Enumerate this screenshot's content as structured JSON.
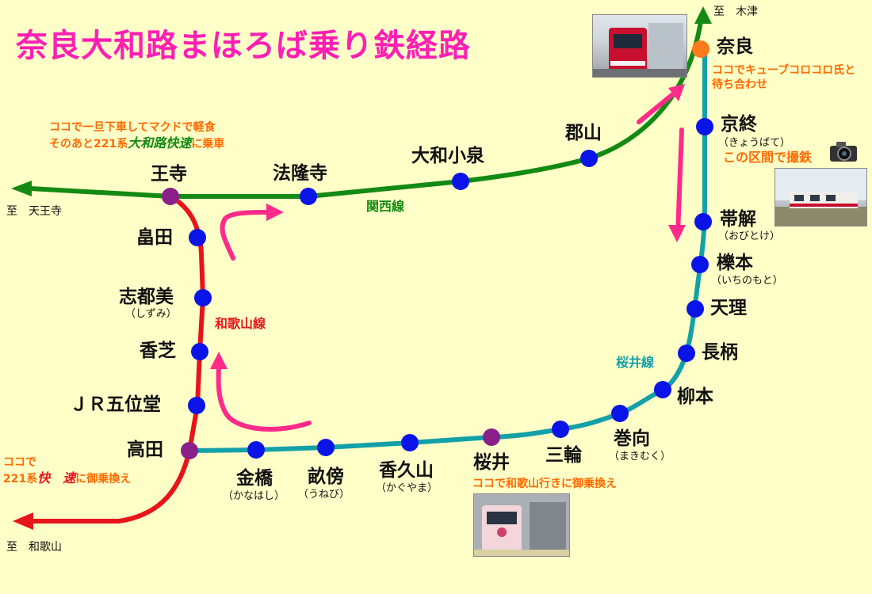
{
  "title": "奈良大和路まほろば乗り鉄経路",
  "destinations": {
    "kizu": "至　木津",
    "tennoji": "至　天王寺",
    "wakayama": "至　和歌山"
  },
  "lines": {
    "wakayama": "和歌山線",
    "kansai": "関西線",
    "sakurai": "桜井線"
  },
  "stations": {
    "nara": "奈良",
    "kyobate": "京終",
    "kyobate_reading": "（きょうばて）",
    "obitoke": "帯解",
    "obitoke_reading": "（おびとけ）",
    "ichinomoto": "櫟本",
    "ichinomoto_reading": "（いちのもと）",
    "tenri": "天理",
    "nagara": "長柄",
    "yanagimoto": "柳本",
    "makimuku": "巻向",
    "makimuku_reading": "（まきむく）",
    "miwa": "三輪",
    "sakurai": "桜井",
    "kaguyama": "香久山",
    "kaguyama_reading": "（かぐやま）",
    "unebi": "畝傍",
    "unebi_reading": "（うねび）",
    "kanahashi": "金橋",
    "kanahashi_reading": "（かなはし）",
    "takada": "高田",
    "jr_goido": "ＪＲ五位堂",
    "kashiba": "香芝",
    "shizumi": "志都美",
    "shizumi_reading": "（しずみ）",
    "hatada": "畠田",
    "oji": "王寺",
    "horyuji": "法隆寺",
    "yamato_koizumi": "大和小泉",
    "koriyama": "郡山"
  },
  "notes": {
    "nara": "ココでキューブコロコロ氏と\n待ち合わせ",
    "oji_line1": "ココで一旦下車してマクドで軽食",
    "oji_line2_pre": "そのあと221系",
    "oji_line2_em": "大和路快速",
    "oji_line2_post": "に乗車",
    "photo_section": "この区間で撮鉄",
    "sakurai": "ココで和歌山行きに御乗換え",
    "takada_line1": "ココで",
    "takada_line2_pre": "221系",
    "takada_line2_em": "快　速",
    "takada_line2_post": "に御乗換え"
  },
  "icons": [
    "camera-icon"
  ],
  "colors": {
    "background": "#ffffc8",
    "title": "#ff1fb4",
    "kansai_line": "#138a13",
    "wakayama_line": "#e8141b",
    "sakurai_line": "#14a0a8",
    "station": "#0a14e6",
    "transfer_station": "#8a1f8a",
    "nara_station": "#ff7a1a",
    "route_arrow": "#ff2a8a",
    "note": "#ff6a00"
  }
}
